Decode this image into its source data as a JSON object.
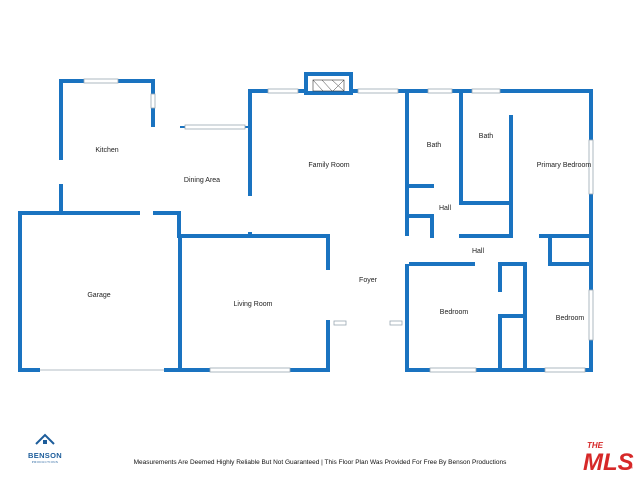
{
  "rooms": {
    "kitchen": "Kitchen",
    "dining_area": "Dining Area",
    "family_room": "Family Room",
    "bath_1": "Bath",
    "bath_2": "Bath",
    "primary_bedroom": "Primary Bedroom",
    "hall_1": "Hall",
    "hall_2": "Hall",
    "garage": "Garage",
    "living_room": "Living Room",
    "foyer": "Foyer",
    "bedroom_1": "Bedroom",
    "bedroom_2": "Bedroom"
  },
  "footer": {
    "disclaimer": "Measurements Are Deemed Highly Reliable But Not Guaranteed | This Floor Plan Was Provided For Free By Benson Productions"
  },
  "branding": {
    "benson_name": "BENSON",
    "benson_sub": "PRODUCTIONS",
    "mls_the": "THE",
    "mls_name": "MLS",
    "mls_mark": "™",
    "wall_color": "#1a73c0",
    "mls_color": "#d62828"
  }
}
